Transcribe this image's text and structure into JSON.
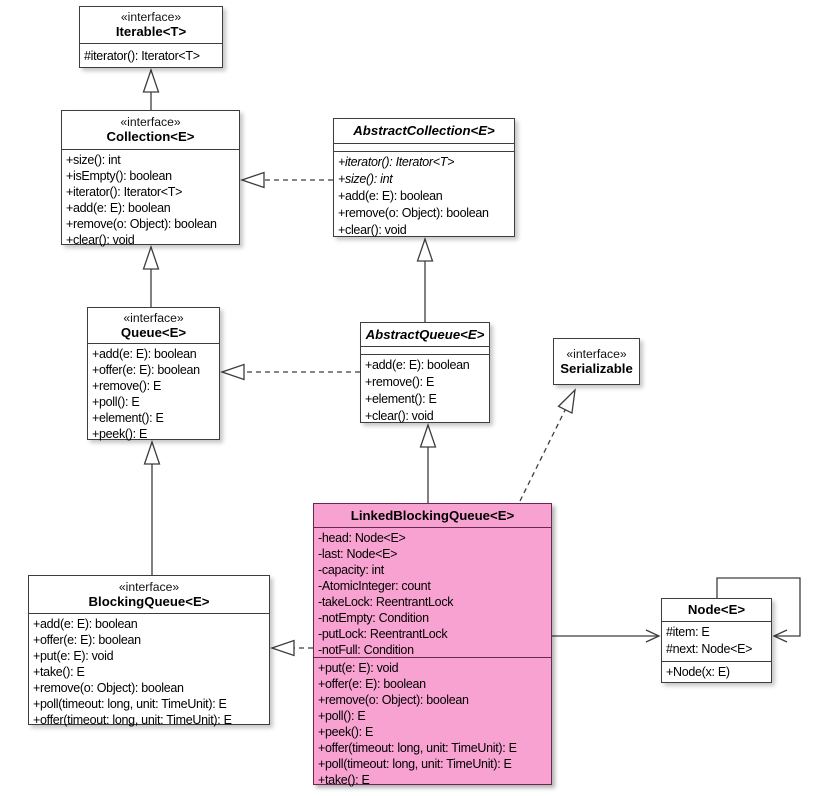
{
  "colors": {
    "highlight_fill": "#F8A2D2",
    "highlight_border": "#69284F",
    "box_fill": "#FFFFFF",
    "box_border": "#3D3D3D"
  },
  "classes": {
    "iterable": {
      "stereotype": "«interface»",
      "name": "Iterable<T>",
      "methods": [
        "#iterator(): Iterator<T>"
      ]
    },
    "collection": {
      "stereotype": "«interface»",
      "name": "Collection<E>",
      "methods": [
        "+size(): int",
        "+isEmpty(): boolean",
        "+iterator(): Iterator<T>",
        "+add(e: E): boolean",
        "+remove(o: Object): boolean",
        "+clear(): void"
      ]
    },
    "abstract_collection": {
      "name": "AbstractCollection<E>",
      "methods": [
        {
          "t": "+iterator(): Iterator<T>",
          "i": true
        },
        {
          "t": "+size(): int",
          "i": true
        },
        "+add(e: E): boolean",
        "+remove(o: Object): boolean",
        "+clear(): void"
      ]
    },
    "queue": {
      "stereotype": "«interface»",
      "name": "Queue<E>",
      "methods": [
        "+add(e: E): boolean",
        "+offer(e: E): boolean",
        "+remove(): E",
        "+poll(): E",
        "+element(): E",
        "+peek(): E"
      ]
    },
    "abstract_queue": {
      "name": "AbstractQueue<E>",
      "methods": [
        "+add(e: E): boolean",
        "+remove(): E",
        "+element(): E",
        "+clear(): void"
      ]
    },
    "serializable": {
      "stereotype": "«interface»",
      "name": "Serializable"
    },
    "blocking_queue": {
      "stereotype": "«interface»",
      "name": "BlockingQueue<E>",
      "methods": [
        "+add(e: E): boolean",
        "+offer(e: E): boolean",
        "+put(e: E): void",
        "+take(): E",
        "+remove(o: Object): boolean",
        "+poll(timeout: long, unit: TimeUnit): E",
        "+offer(timeout: long, unit: TimeUnit): E"
      ]
    },
    "linked_blocking_queue": {
      "name": "LinkedBlockingQueue<E>",
      "attributes": [
        "-head: Node<E>",
        "-last: Node<E>",
        "-capacity: int",
        "-AtomicInteger: count",
        "-takeLock: ReentrantLock",
        "-notEmpty: Condition",
        "-putLock: ReentrantLock",
        "-notFull: Condition"
      ],
      "methods": [
        "+put(e: E): void",
        "+offer(e: E): boolean",
        "+remove(o: Object): boolean",
        "+poll(): E",
        "+peek(): E",
        "+offer(timeout: long, unit: TimeUnit): E",
        "+poll(timeout: long, unit: TimeUnit): E",
        "+take(): E"
      ]
    },
    "node": {
      "name": "Node<E>",
      "attributes": [
        "#item: E",
        "#next: Node<E>"
      ],
      "methods": [
        "+Node(x: E)"
      ]
    }
  },
  "relationships": [
    {
      "from": "Collection<E>",
      "to": "Iterable<T>",
      "type": "generalization"
    },
    {
      "from": "Queue<E>",
      "to": "Collection<E>",
      "type": "generalization"
    },
    {
      "from": "BlockingQueue<E>",
      "to": "Queue<E>",
      "type": "generalization"
    },
    {
      "from": "AbstractCollection<E>",
      "to": "Collection<E>",
      "type": "realization"
    },
    {
      "from": "AbstractQueue<E>",
      "to": "Queue<E>",
      "type": "realization"
    },
    {
      "from": "AbstractQueue<E>",
      "to": "AbstractCollection<E>",
      "type": "generalization"
    },
    {
      "from": "LinkedBlockingQueue<E>",
      "to": "AbstractQueue<E>",
      "type": "generalization"
    },
    {
      "from": "LinkedBlockingQueue<E>",
      "to": "Serializable",
      "type": "realization"
    },
    {
      "from": "LinkedBlockingQueue<E>",
      "to": "BlockingQueue<E>",
      "type": "realization"
    },
    {
      "from": "LinkedBlockingQueue<E>",
      "to": "Node<E>",
      "type": "association"
    },
    {
      "from": "Node<E>",
      "to": "Node<E>",
      "type": "self-association"
    }
  ]
}
